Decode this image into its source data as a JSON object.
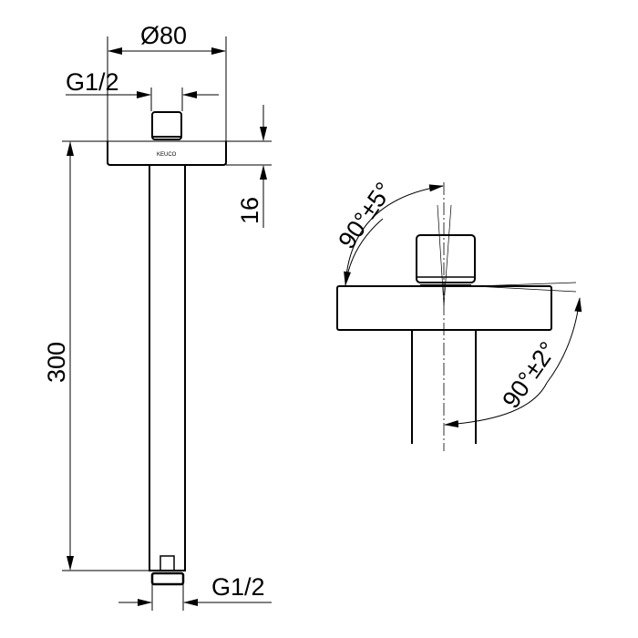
{
  "drawing": {
    "colors": {
      "line": "#000000",
      "background": "#ffffff"
    },
    "front_view": {
      "dim_flange_diameter": "Ø80",
      "dim_top_thread": "G1/2",
      "dim_flange_height": "16",
      "dim_arm_length": "300",
      "dim_bottom_thread": "G1/2",
      "brand_mark": "KEUCO"
    },
    "side_view": {
      "angle_top": "90°±5°",
      "angle_bottom": "90°±2°"
    }
  }
}
